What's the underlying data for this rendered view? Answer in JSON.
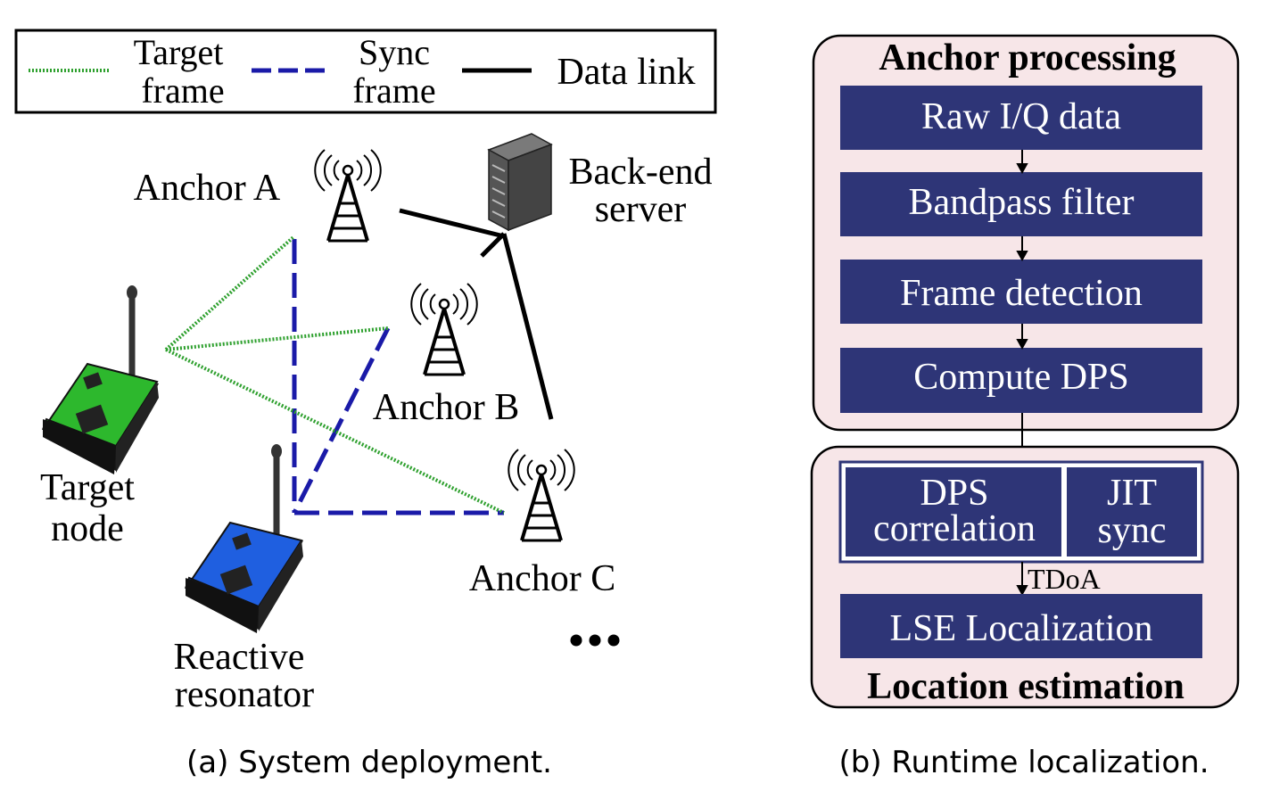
{
  "legend": {
    "target_frame": [
      "Target",
      "frame"
    ],
    "sync_frame": [
      "Sync",
      "frame"
    ],
    "data_link": "Data link"
  },
  "deployment": {
    "anchor_a": "Anchor A",
    "anchor_b": "Anchor B",
    "anchor_c": "Anchor C",
    "server": [
      "Back-end",
      "server"
    ],
    "target_node": [
      "Target",
      "node"
    ],
    "resonator": [
      "Reactive",
      "resonator"
    ],
    "more": "•••",
    "caption": "(a) System deployment."
  },
  "runtime": {
    "anchor_title": "Anchor processing",
    "steps": [
      "Raw I/Q data",
      "Bandpass filter",
      "Frame detection",
      "Compute DPS"
    ],
    "dps_correlation": [
      "DPS",
      "correlation"
    ],
    "jit_sync": [
      "JIT",
      "sync"
    ],
    "tdoa": "TDoA",
    "lse": "LSE Localization",
    "location_title": "Location estimation",
    "caption": "(b) Runtime localization."
  },
  "colors": {
    "target_frame": "#2ea02e",
    "sync_frame": "#1a1aa8",
    "data_link": "#000000",
    "block_fill": "#2e3577",
    "group_fill": "#f7e6e8",
    "target_node": "#2db82d",
    "resonator": "#1f5fe0"
  }
}
